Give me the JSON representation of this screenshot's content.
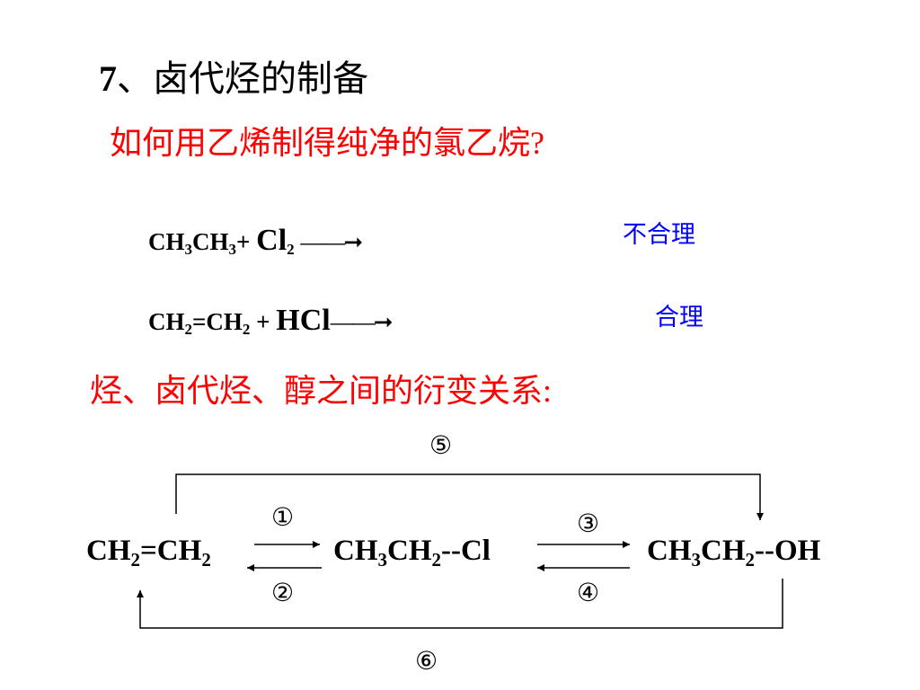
{
  "title": {
    "number": "7",
    "text": "、卤代烃的制备"
  },
  "question": "如何用乙烯制得纯净的氯乙烷?",
  "equations": {
    "eq1": {
      "p1": "CH",
      "s1": "3",
      "p2": "CH",
      "s2": "3",
      "p3": "+ ",
      "reagent": "Cl",
      "reagent_sub": "2",
      "arrow": "——➞",
      "verdict": "不合理"
    },
    "eq2": {
      "p1": "CH",
      "s1": "2",
      "p2": "=CH",
      "s2": "2",
      "p3": " + ",
      "reagent": "HCl",
      "arrow": "——➞",
      "verdict": "合理"
    }
  },
  "relation_heading": "烃、卤代烃、醇之间的衍变关系:",
  "diagram": {
    "molecules": {
      "ethene": {
        "p1": "CH",
        "s1": "2",
        "p2": "=CH",
        "s2": "2"
      },
      "chloroethane": {
        "p1": "CH",
        "s1": "3",
        "p2": "CH",
        "s2": "2",
        "p3": "--Cl"
      },
      "ethanol": {
        "p1": "CH",
        "s1": "3",
        "p2": "CH",
        "s2": "2",
        "p3": "--OH"
      }
    },
    "step_labels": {
      "s1": "①",
      "s2": "②",
      "s3": "③",
      "s4": "④",
      "s5": "⑤",
      "s6": "⑥"
    }
  },
  "colors": {
    "heading_red": "#ff0000",
    "verdict_blue": "#0000ff",
    "text_black": "#000000"
  }
}
